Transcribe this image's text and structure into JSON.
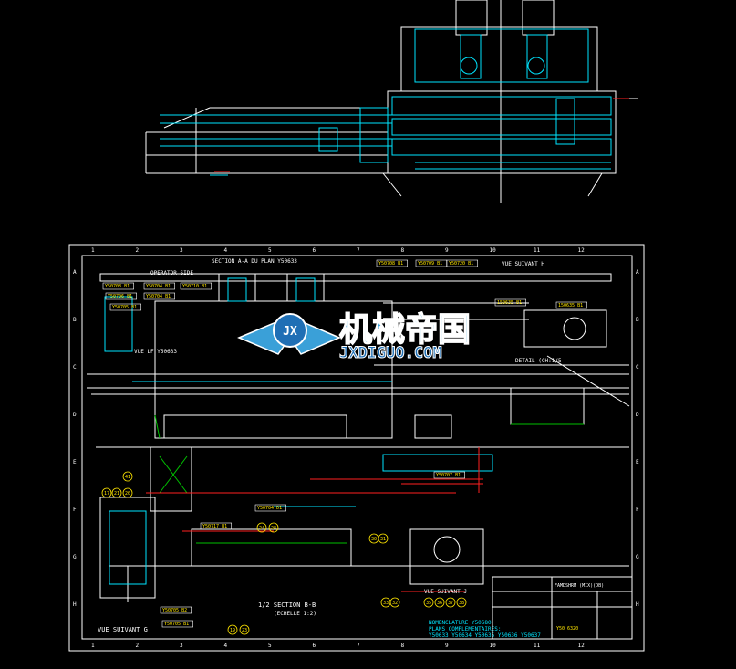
{
  "sheet": {
    "col_numbers": [
      "1",
      "2",
      "3",
      "4",
      "5",
      "6",
      "7",
      "8",
      "9",
      "10",
      "11",
      "12"
    ],
    "row_letters": [
      "A",
      "B",
      "C",
      "D",
      "E",
      "F",
      "G",
      "H"
    ]
  },
  "views": {
    "section_aa": "SECTION A-A DU PLAN Y50633",
    "operator_side": "OPERATOR SIDE",
    "vue_suivant_h": "VUE SUIVANT H",
    "detail": "DETAIL (CH:1/5",
    "section_bb": "1/2 SECTION B-B",
    "section_bb_scale": "(ECHELLE 1:2)",
    "vue_suivant_g": "VUE SUIVANT G",
    "vue_suivant_j": "VUE SUIVANT J",
    "vue_lf": "VUE LF Y50633"
  },
  "parts": [
    "Y50708 B1",
    "Y50704 B1",
    "Y50710 B1",
    "Y50706 B1",
    "Y50704 B1",
    "Y50705 B1",
    "Y50708 B1",
    "Y50709 B1",
    "Y50720 B1",
    "150635 B1",
    "150635 B1",
    "Y50707 B1",
    "Y50704 D1",
    "Y50717 B1",
    "Y50705 B2",
    "Y50705 B1"
  ],
  "balloons": [
    "17",
    "21",
    "20",
    "41",
    "19",
    "23",
    "24",
    "28",
    "30",
    "31",
    "38",
    "37",
    "36",
    "35",
    "32",
    "33"
  ],
  "notes": {
    "nomenclature": "NOMENCLATURE Y50680",
    "plans_comp": "PLANS COMPLEMENTAIRES:",
    "plans_list": "Y50633 Y50634 Y50635 Y50636 Y50637"
  },
  "title_block": {
    "title": "FAMDSHRM (MIX)(DB)",
    "sheet_ref": "Y50 6320"
  },
  "watermark": {
    "cn": "机械帝国",
    "en": "JXDIGUO.COM",
    "logo": "JX"
  },
  "colors": {
    "background": "#000000",
    "outline": "#ffffff",
    "section": "#00e5ff",
    "dimension": "#ff2020",
    "note": "#ffe600",
    "hatch": "#00c000"
  }
}
